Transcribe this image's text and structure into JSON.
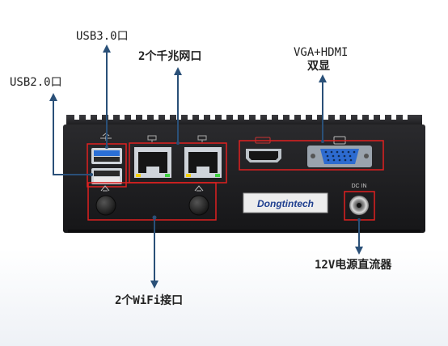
{
  "labels": {
    "usb3": "USB3.0口",
    "usb2": "USB2.0口",
    "lan": "2个千兆网口",
    "vga_hdmi_line1": "VGA+HDMI",
    "vga_hdmi_line2": "双显",
    "power": "12V电源直流器",
    "wifi": "2个WiFi接口"
  },
  "device": {
    "brand": "Dongtintech",
    "dc_in": "DC IN"
  },
  "colors": {
    "arrow": "#2a5078",
    "highlight": "#e02020",
    "chassis": "#1c1c1e",
    "usb3_blue": "#2b6fd6"
  }
}
